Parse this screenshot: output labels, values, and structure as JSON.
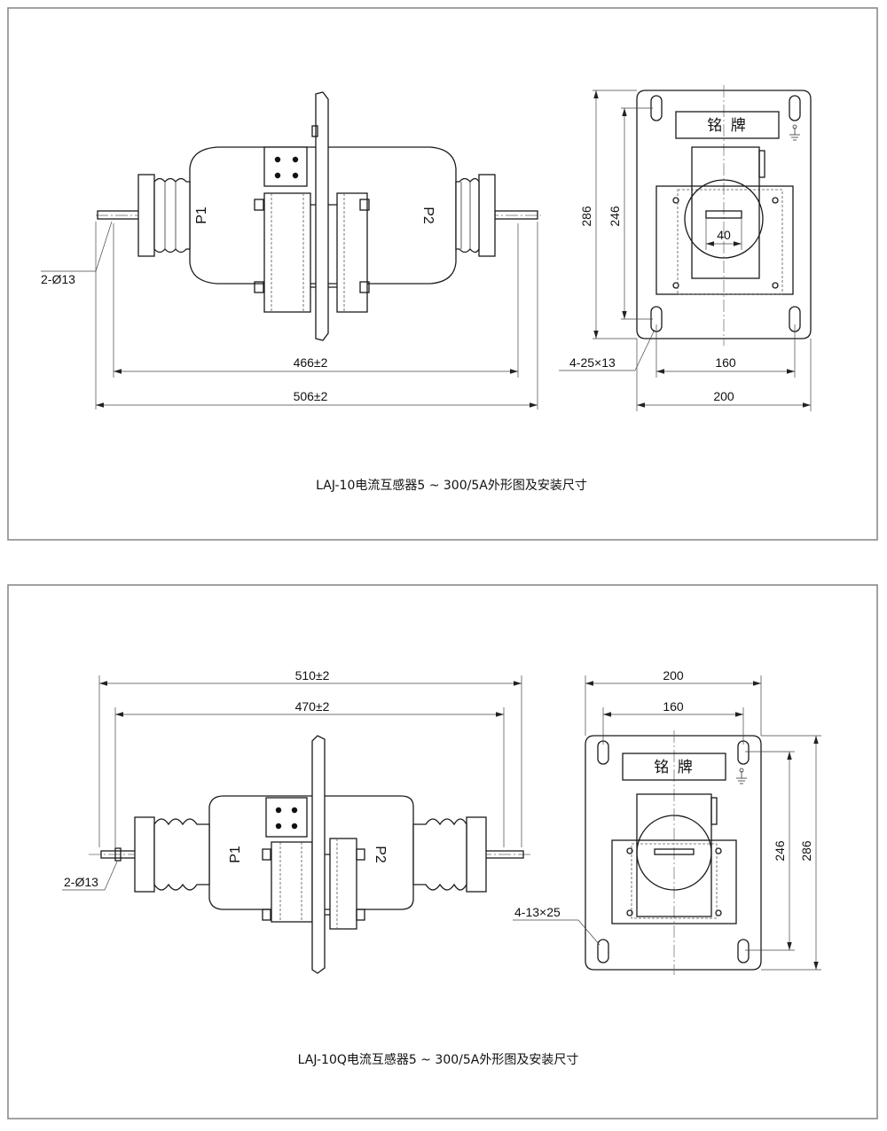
{
  "panel1": {
    "caption": "LAJ-10电流互感器5 ~ 300/5A外形图及安装尺寸",
    "side_view": {
      "terminal_p1": "P1",
      "terminal_p2": "P2",
      "hole_label": "2-Ø13",
      "dim_inner": "466±2",
      "dim_outer": "506±2"
    },
    "end_view": {
      "nameplate": "铭  牌",
      "dim_height_outer": "286",
      "dim_height_inner": "246",
      "dim_slot": "40",
      "dim_width_inner": "160",
      "dim_width_outer": "200",
      "hole_label": "4-25×13"
    }
  },
  "panel2": {
    "caption": "LAJ-10Q电流互感器5 ~ 300/5A外形图及安装尺寸",
    "side_view": {
      "terminal_p1": "P1",
      "terminal_p2": "P2",
      "hole_label": "2-Ø13",
      "dim_outer": "510±2",
      "dim_inner": "470±2"
    },
    "end_view": {
      "nameplate": "铭  牌",
      "dim_width_outer": "200",
      "dim_width_inner": "160",
      "dim_height_inner": "246",
      "dim_height_outer": "286",
      "hole_label": "4-13×25"
    }
  }
}
